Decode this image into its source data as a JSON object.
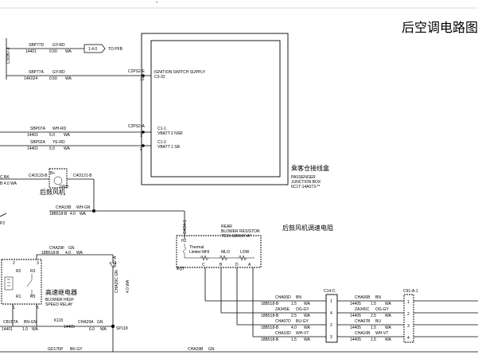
{
  "title": "后空调电路图",
  "top_fragment": "⌐",
  "to_pfb": {
    "pin": "1.4.0",
    "label": "TO PFB"
  },
  "left_connector": "C1OB7-J",
  "wires": [
    {
      "id": "SBP77D",
      "color": "GY-RD",
      "circuit": "14401",
      "size": "0.50",
      "unit": "WA"
    },
    {
      "id": "SBP77A",
      "color": "GY-RD",
      "circuit": "14K024",
      "size": "0.50",
      "unit": "WA"
    },
    {
      "id": "SBP07A",
      "color": "WH-RD",
      "circuit": "14401",
      "size": "5.0",
      "unit": "WA"
    },
    {
      "id": "SBP02A",
      "color": "YE-RD",
      "circuit": "14401",
      "size": "5.0",
      "unit": "WA"
    }
  ],
  "junction_box": {
    "cn_label": "乘客仓接线盒",
    "label_line1": "PASSENGER",
    "label_line2": "JUNCTION BOX",
    "label_line3": "6C1T-14A073-**",
    "pins": [
      {
        "conn": "C2PS2-E",
        "num": "32",
        "label": "IGNITION SWITCH SUPPLY",
        "sub": "C3-32"
      },
      {
        "conn": "C2PS2-A",
        "num": "1",
        "label": "VBATT 2 NSR",
        "sub": "C1-1"
      },
      {
        "conn": "",
        "num": "2",
        "label": "VBATT 1 SR",
        "sub": "C1-2"
      }
    ]
  },
  "blower": {
    "cn_label": "后鼓风机",
    "plus": "B+",
    "gnd": "GND",
    "conn_left": "C4O133-B",
    "conn_right": "C4O121-B",
    "wire_left_frag": "C   BK",
    "wire_left_frag2": "B   4.0   WA"
  },
  "cha15b": {
    "id": "CHA15B",
    "color": "WH-GN",
    "circuit": "18B518-B",
    "size": "4.0",
    "unit": "WA"
  },
  "p2_label": "P2",
  "resistor": {
    "cn_label": "后鼓风机调速电阻",
    "label_line1": "REAR",
    "label_line2": "BLOWER RESISTOR",
    "label_line3": "7C19-18B647-A*",
    "top_conn": "C4O4-1",
    "top_pin": "H2",
    "thermal": "Thermal",
    "limiter": "Limiter",
    "left_mark": "EQT",
    "taps": [
      "MHI",
      "MLO",
      "LOW"
    ],
    "pin_labels": [
      "C",
      "B",
      "D",
      "A"
    ]
  },
  "relay": {
    "cn_label": "高速继电器",
    "label_line1": "BLOWER HIGH",
    "label_line2": "SPEED RELAY",
    "pins": [
      "2",
      "3",
      "R2",
      "R3",
      "R1",
      "R5",
      "1",
      "5"
    ],
    "conn_top": "CHA29F",
    "conn_top_color": "GN",
    "conn_top_circuit": "18B518-B",
    "conn_top_size": "4.0",
    "conn_top_unit": "WA"
  },
  "c174": {
    "label": "C17-A",
    "vlabel": "CHA29C   GN",
    "vsize": "4.0   WA"
  },
  "bottom_left": {
    "w1_id": "CB157A",
    "w1_color": "BN-GN",
    "w1_circuit": "14401",
    "w1_size": "1.0",
    "w1_unit": "WA",
    "k": "K115",
    "k_circuit": "14405",
    "w2_id": "CHA29A",
    "w2_color": "GN",
    "w2_size": "6.0",
    "w2_unit": "WA",
    "sp": "SP118",
    "w3_id": "GD176P",
    "w3_color": "BK-GY",
    "w4_id": "CHA29B",
    "w4_color": "GN"
  },
  "right_wires": [
    {
      "id": "CHA05D",
      "color": "BN",
      "circuit": "18B518-B",
      "size": "1.5",
      "unit": "WA",
      "id2": "CHA06B",
      "color2": "BN",
      "circuit2": "14405",
      "size2": "1.5",
      "unit2": "WA"
    },
    {
      "id": "ZA345E",
      "color": "OG-GY",
      "circuit": "18B518-B",
      "size": "2.5",
      "unit": "WA",
      "id2": "ZA345C",
      "color2": "OG-GY",
      "circuit2": "14405",
      "size2": "2.5",
      "unit2": "WA"
    },
    {
      "id": "CHA07D",
      "color": "BU-GY",
      "circuit": "18B518-B",
      "size": "4.0",
      "unit": "WA",
      "id2": "CHA07B",
      "color2": "BU",
      "circuit2": "14405",
      "size2": "1.5",
      "unit2": "WA"
    },
    {
      "id": "CHA10D",
      "color": "WH-VT",
      "circuit": "18B518-B",
      "size": "1.5",
      "unit": "WA",
      "id2": "CHA10B",
      "color2": "WH-VT",
      "circuit2": "14405",
      "size2": "1.5",
      "unit2": "WA"
    }
  ],
  "c14": {
    "label": "C14-C",
    "pins": [
      "1",
      "4",
      "2",
      "3"
    ]
  },
  "c91": {
    "label": "C91-A-1",
    "pins": [
      "1",
      "2",
      "3",
      "4"
    ]
  }
}
